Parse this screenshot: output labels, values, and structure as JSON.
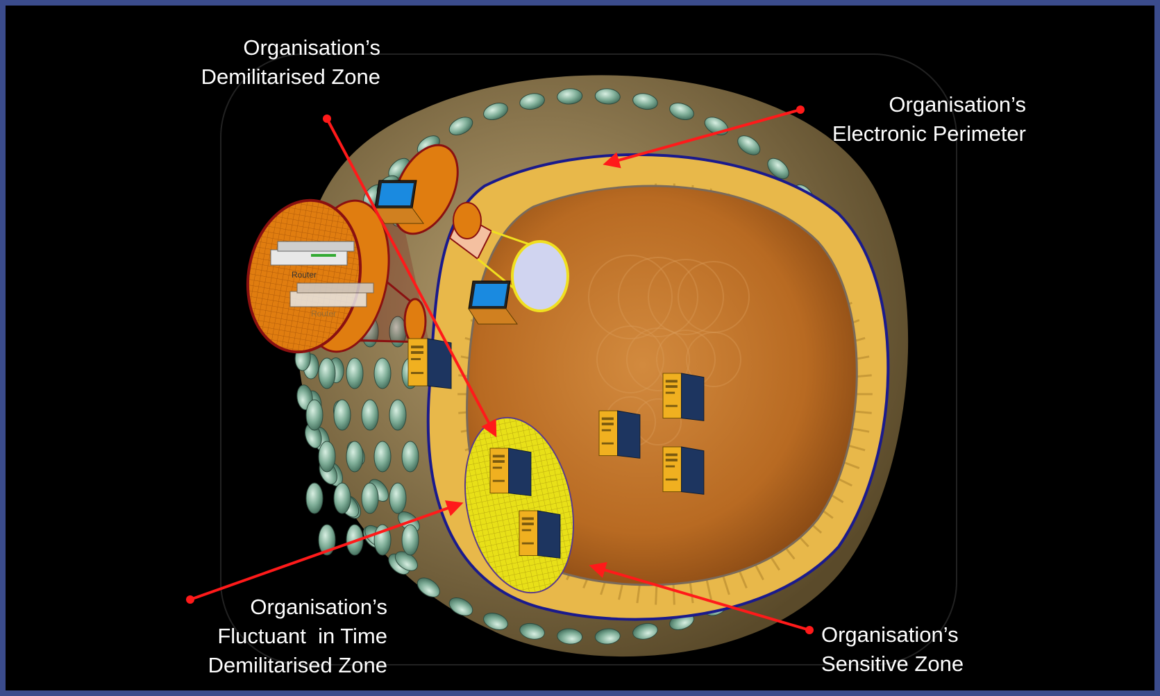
{
  "labels": {
    "dmz": [
      "Organisation’s",
      "Demilitarised Zone"
    ],
    "perimeter": [
      "Organisation’s",
      "Electronic Perimeter"
    ],
    "fluctuant": [
      "Organisation’s",
      "Fluctuant  in Time",
      "Demilitarised Zone"
    ],
    "sensitive": [
      "Organisation’s",
      "Sensitive Zone"
    ]
  },
  "devices": {
    "router_label": "Router"
  },
  "colors": {
    "arrow": "#ff1a1a",
    "perimeter_line": "#1a1a8c",
    "cytoplasm": "#c8782a",
    "membrane": "#e8b84a",
    "spike": "#6f9c88",
    "fluctuant_zone": "#e8e018",
    "dmz_zone": "#e07d10",
    "frame": "#3b4c8c"
  }
}
